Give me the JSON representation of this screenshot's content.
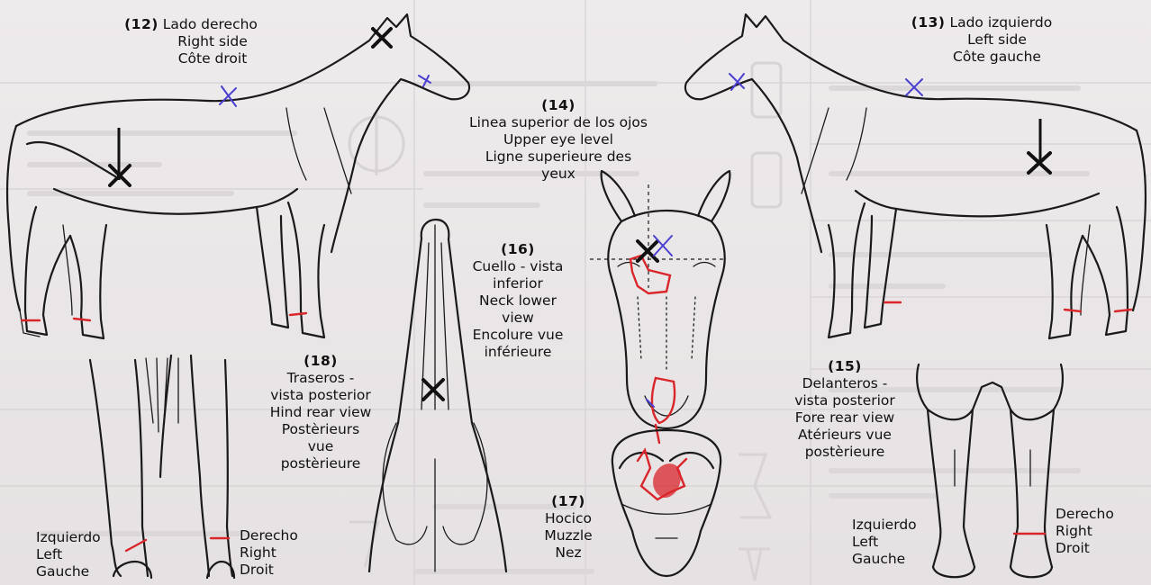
{
  "views": {
    "right_side": {
      "number": "(12)",
      "title_es": "Lado derecho",
      "title_en": "Right side",
      "title_fr": "Côte droit"
    },
    "left_side": {
      "number": "(13)",
      "title_es": "Lado izquierdo",
      "title_en": "Left side",
      "title_fr": "Côte gauche"
    },
    "eye_level": {
      "number": "(14)",
      "line1": "Linea superior de los ojos",
      "line2": "Upper eye level",
      "line3": "Ligne superieure des",
      "line4": "yeux"
    },
    "fore_rear": {
      "number": "(15)",
      "line1": "Delanteros -",
      "line2": "vista posterior",
      "line3": "Fore rear view",
      "line4": "Atérieurs vue",
      "line5": "postèrieure"
    },
    "neck_lower": {
      "number": "(16)",
      "line1": "Cuello - vista",
      "line2": "inferior",
      "line3": "Neck lower",
      "line4": "view",
      "line5": "Encolure vue",
      "line6": "inférieure"
    },
    "muzzle": {
      "number": "(17)",
      "line1": "Hocico",
      "line2": "Muzzle",
      "line3": "Nez"
    },
    "hind_rear": {
      "number": "(18)",
      "line1": "Traseros -",
      "line2": "vista posterior",
      "line3": "Hind rear view",
      "line4": "Postèrieurs",
      "line5": "vue",
      "line6": "postèrieure"
    }
  },
  "leg_labels": {
    "hind_left": [
      "Izquierdo",
      "Left",
      "Gauche"
    ],
    "hind_right": [
      "Derecho",
      "Right",
      "Droit"
    ],
    "fore_left": [
      "Izquierdo",
      "Left",
      "Gauche"
    ],
    "fore_right": [
      "Derecho",
      "Right",
      "Droit"
    ]
  },
  "colors": {
    "outline": "#1a1a1a",
    "marking_red": "#d9262b",
    "marking_blue": "#4a3fd1",
    "background": "#ece9ea"
  }
}
